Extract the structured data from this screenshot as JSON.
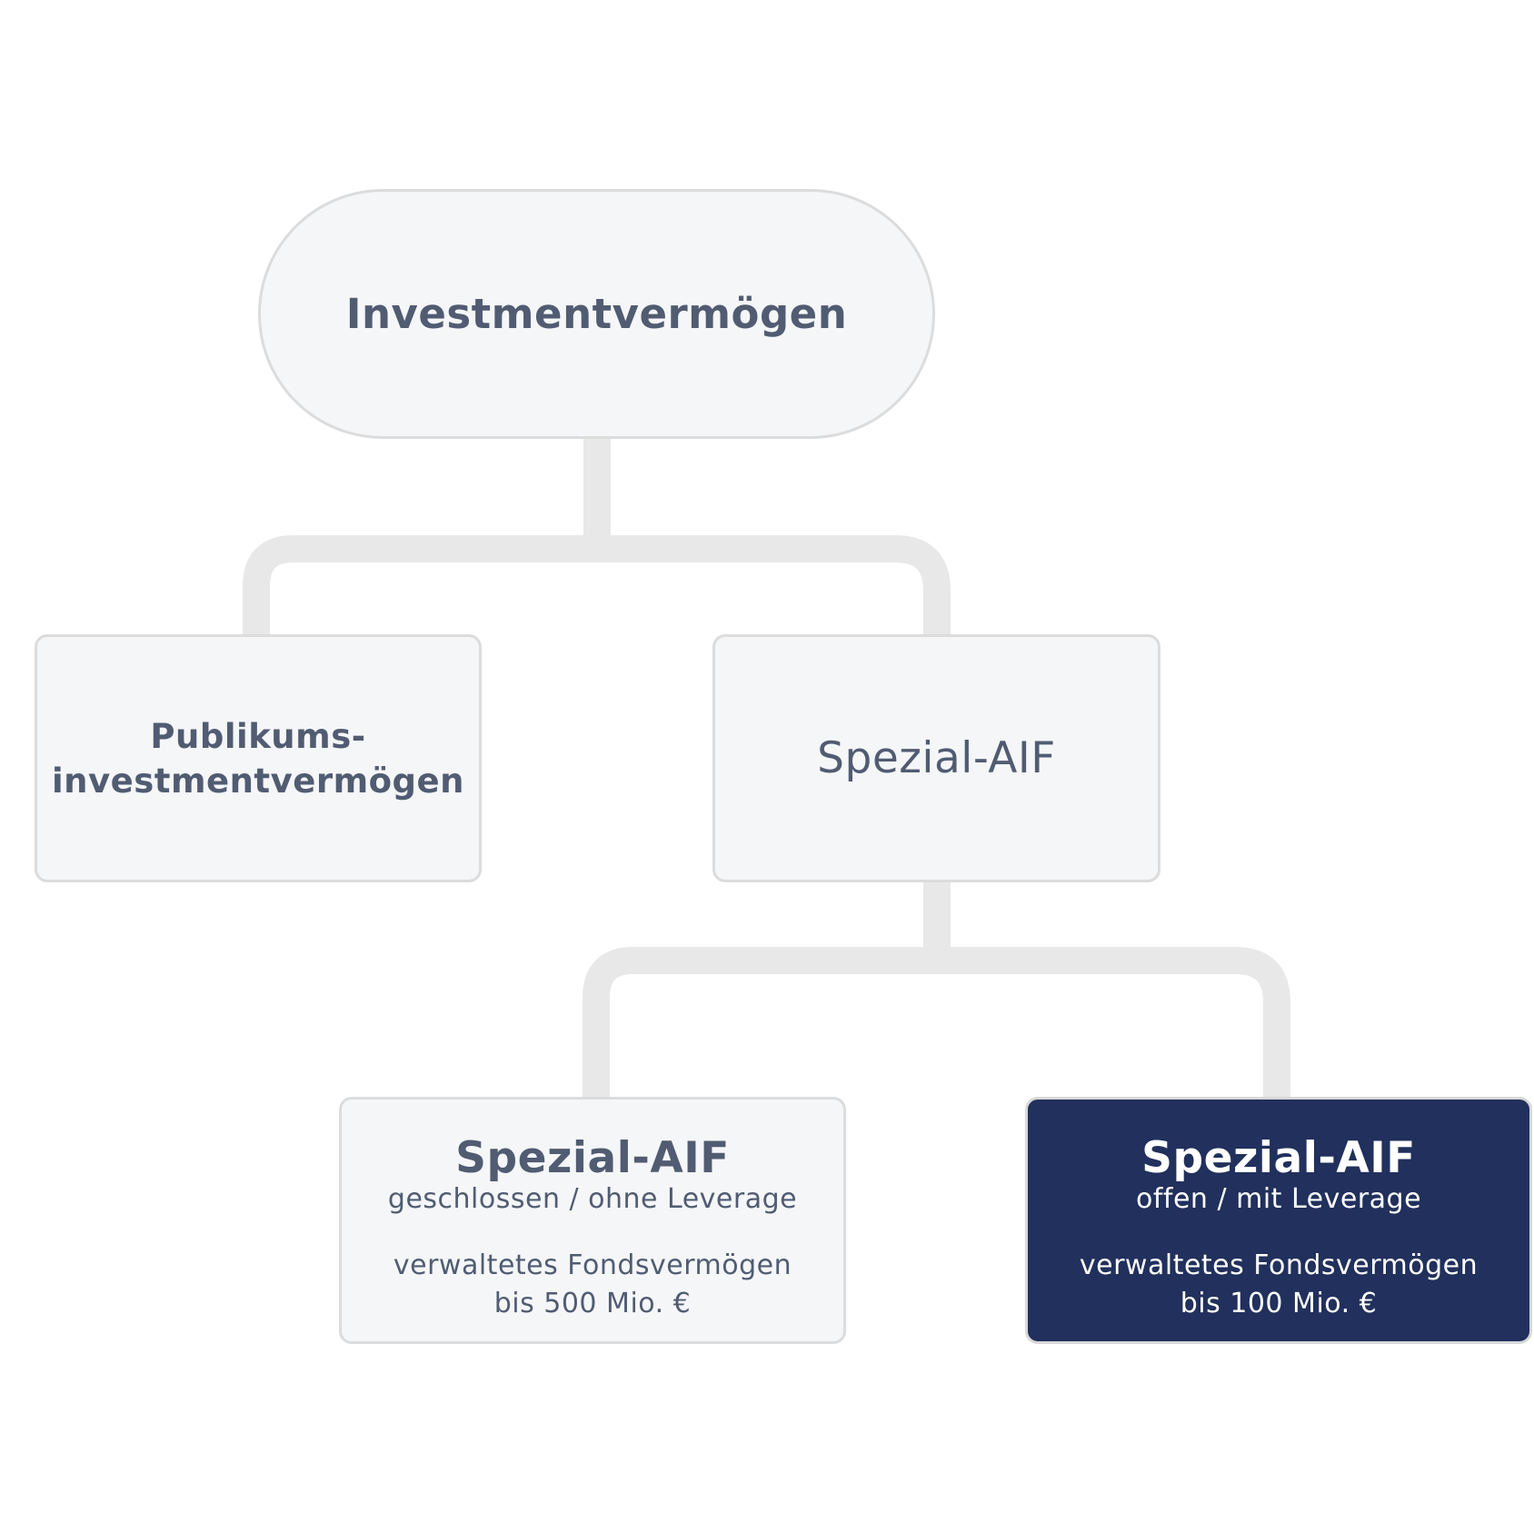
{
  "diagram": {
    "root": {
      "label": "Investmentvermögen"
    },
    "level1": {
      "left": {
        "line1": "Publikums-",
        "line2": "investmentvermögen"
      },
      "right": {
        "label": "Spezial-AIF"
      }
    },
    "level2": {
      "left": {
        "title": "Spezial-AIF",
        "subtitle": "geschlossen / ohne Leverage",
        "detail_line1": "verwaltetes Fondsvermögen",
        "detail_line2": "bis 500 Mio. €"
      },
      "right": {
        "title": "Spezial-AIF",
        "subtitle": "offen / mit Leverage",
        "detail_line1": "verwaltetes Fondsvermögen",
        "detail_line2": "bis 100 Mio. €"
      }
    },
    "colors": {
      "node_fill": "#f4f6f8",
      "node_border": "#dcdcdc",
      "node_text": "#515c72",
      "connector": "#e8e8e8",
      "highlight_fill": "#21305c",
      "highlight_text": "#ffffff"
    }
  }
}
